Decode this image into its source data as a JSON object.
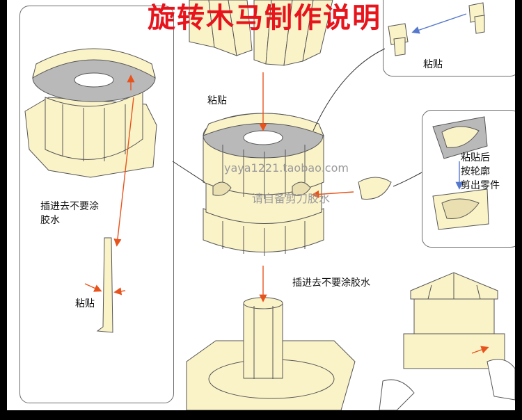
{
  "title": "旋转木马制作说明",
  "labels": {
    "paste_center": "粘贴",
    "paste_top_right": "粘贴",
    "paste_left_bottom": "粘贴",
    "insert_no_glue_line1": "插进去不要涂",
    "insert_no_glue_line2": "胶水",
    "insert_no_glue_bottom": "插进去不要涂胶水",
    "after_paste_line1": "粘贴后",
    "after_paste_line2": "按轮廓",
    "after_paste_line3": "剪出零件"
  },
  "watermark": {
    "url": "yaya1221.taobao.com",
    "note": "请自备剪刀胶水"
  },
  "colors": {
    "title": "#e8141c",
    "arrow_orange": "#e8531c",
    "arrow_blue": "#5577cc",
    "paper": "#fbf3c8",
    "roof": "#b9b9b9"
  }
}
